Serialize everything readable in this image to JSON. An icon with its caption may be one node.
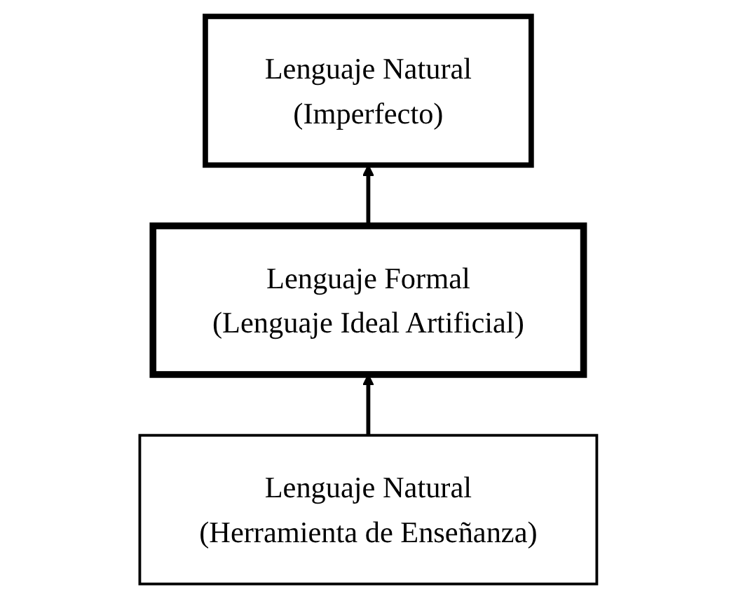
{
  "diagram": {
    "nodes": [
      {
        "text": [
          "Lenguaje Natural (Imperfecto)"
        ]
      },
      {
        "text": [
          "Lenguaje Formal (Lenguaje Ideal Artificial)"
        ]
      },
      {
        "text": [
          "Lenguaje Natural (Herramienta de Enseñanza)"
        ]
      }
    ],
    "edges": [
      {
        "from": 2,
        "to": 1,
        "arrow": "to"
      },
      {
        "from": 1,
        "to": 0,
        "arrow": "to"
      }
    ]
  }
}
